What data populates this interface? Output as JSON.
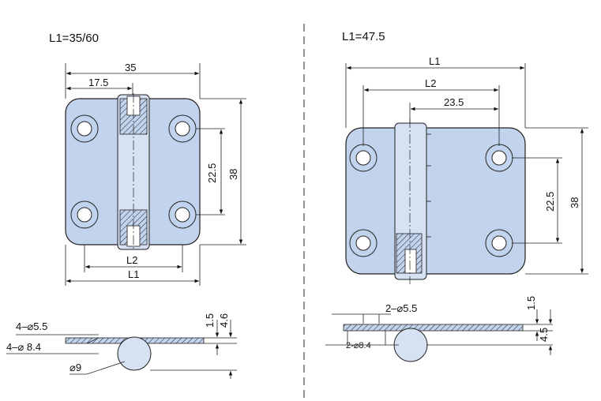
{
  "left_view": {
    "title": "L1=35/60",
    "dims": {
      "width": "35",
      "half_width": "17.5",
      "hole_spacing": "22.5",
      "height": "38",
      "l2": "L2",
      "l1": "L1"
    },
    "side": {
      "holes": "4–⌀5.5",
      "counterbore": "4–⌀ 8.4",
      "pin": "⌀9",
      "thick1": "1.5",
      "thick2": "4.6"
    }
  },
  "right_view": {
    "title": "L1=47.5",
    "dims": {
      "l1": "L1",
      "l2": "L2",
      "offset": "23.5",
      "hole_spacing": "22.5",
      "height": "38"
    },
    "side": {
      "holes": "2–⌀5.5",
      "counterbore": "2-⌀8.4",
      "thick1": "1.5",
      "thick2": "4.5"
    }
  },
  "colors": {
    "plate": "#c2d3ee",
    "line": "#222222"
  }
}
